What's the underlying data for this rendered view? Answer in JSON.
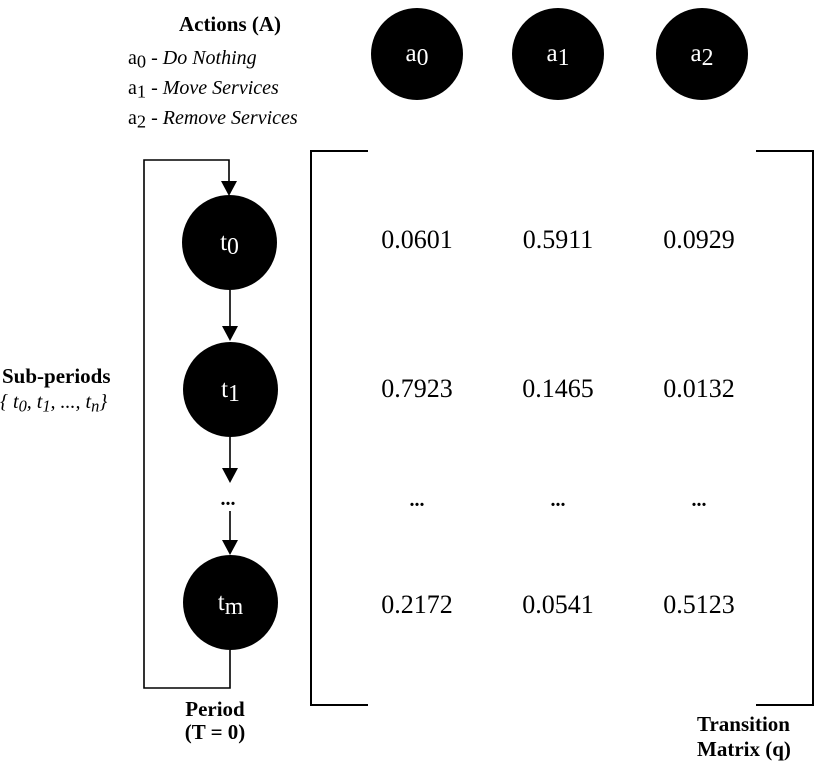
{
  "actions": {
    "heading": "Actions (A)",
    "legend": [
      {
        "base": "a",
        "sub": "0",
        "dash": " - ",
        "desc": "Do Nothing"
      },
      {
        "base": "a",
        "sub": "1",
        "dash": " - ",
        "desc": "Move Services"
      },
      {
        "base": "a",
        "sub": "2",
        "dash": " - ",
        "desc": "Remove Services"
      }
    ],
    "nodes": [
      {
        "base": "a",
        "sub": "0"
      },
      {
        "base": "a",
        "sub": "1"
      },
      {
        "base": "a",
        "sub": "2"
      }
    ]
  },
  "subperiods": {
    "heading": "Sub-periods",
    "set": [
      "{ t",
      "0",
      ", t",
      "1",
      ", ..., t",
      "n",
      "}"
    ],
    "nodes": [
      {
        "base": "t",
        "sub": "0"
      },
      {
        "base": "t",
        "sub": "1"
      },
      {
        "base": "t",
        "sub": "m"
      }
    ],
    "ellipsis": "..."
  },
  "period": {
    "line1": "Period",
    "line2": "(T = 0)"
  },
  "matrix": {
    "label_line1": "Transition",
    "label_line2": "Matrix (q)",
    "rows": [
      [
        "0.0601",
        "0.5911",
        "0.0929"
      ],
      [
        "0.7923",
        "0.1465",
        "0.0132"
      ],
      [
        "...",
        "...",
        "..."
      ],
      [
        "0.2172",
        "0.0541",
        "0.5123"
      ]
    ]
  },
  "colors": {
    "node_fill": "#000000",
    "node_text": "#ffffff",
    "line": "#000000",
    "background": "#ffffff"
  }
}
